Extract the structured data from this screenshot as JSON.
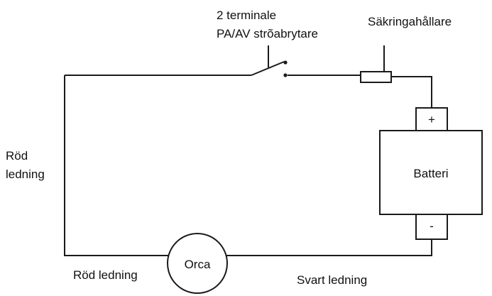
{
  "diagram": {
    "labels": {
      "switch_line1": "2 terminale",
      "switch_line2": "PA/AV strõabrytare",
      "fuse_holder": "Säkringahållare",
      "red_wire_left_line1": "Röd",
      "red_wire_left_line2": "ledning",
      "battery": "Batteri",
      "battery_plus": "+",
      "battery_minus": "-",
      "motor": "Orca",
      "red_wire_bottom": "Röd ledning",
      "black_wire": "Svart ledning"
    }
  }
}
